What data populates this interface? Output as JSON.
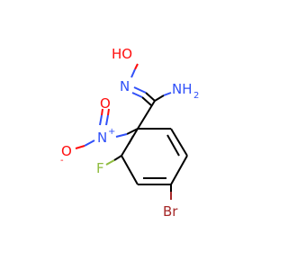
{
  "molecule": {
    "atoms": {
      "hydroxyl": {
        "label": "HO",
        "element_color": "#ff0d0d"
      },
      "oxime_n": {
        "label": "N",
        "element_color": "#3050f8"
      },
      "amine": {
        "label": "NH",
        "subscript": "2",
        "element_color": "#3050f8"
      },
      "nitro_n": {
        "label": "N",
        "charge": "+",
        "element_color": "#3050f8"
      },
      "nitro_o_single": {
        "label": "O",
        "charge": "-",
        "element_color": "#ff0d0d"
      },
      "nitro_o_double": {
        "label": "O",
        "element_color": "#ff0d0d"
      },
      "fluorine": {
        "label": "F",
        "element_color": "#8fbc3f"
      },
      "bromine": {
        "label": "Br",
        "element_color": "#a62929"
      }
    },
    "bond_color": "#000000"
  }
}
